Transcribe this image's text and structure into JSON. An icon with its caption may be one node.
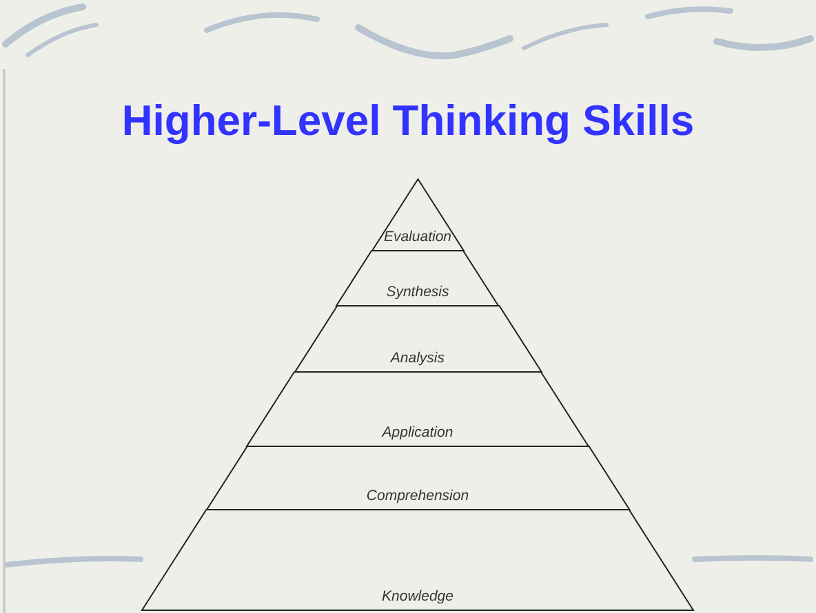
{
  "diagram": {
    "title": "Higher-Level Thinking Skills",
    "nodes": [
      {
        "text": [
          "Evaluation"
        ]
      },
      {
        "text": [
          "Synthesis"
        ]
      },
      {
        "text": [
          "Analysis"
        ]
      },
      {
        "text": [
          "Application"
        ]
      },
      {
        "text": [
          "Comprehension"
        ]
      },
      {
        "text": [
          "Knowledge"
        ]
      }
    ]
  }
}
